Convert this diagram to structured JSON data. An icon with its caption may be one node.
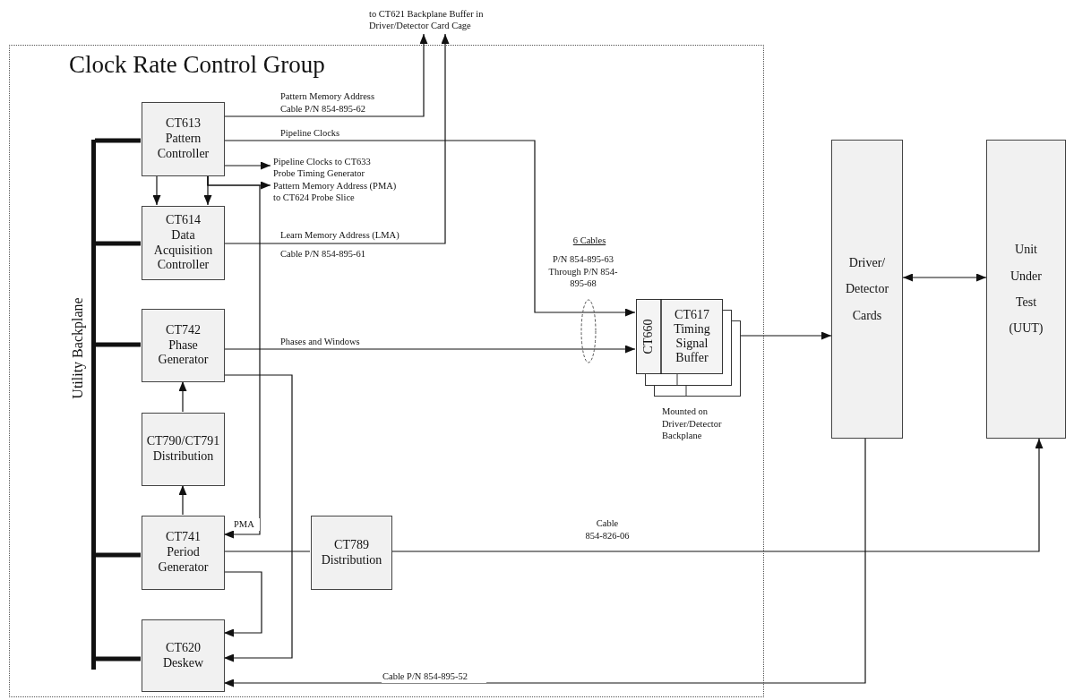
{
  "diagram": {
    "nodes": [
      {
        "text": [
          "Clock Rate Control Group"
        ]
      },
      {
        "text": [
          "CT613 Pattern Controller"
        ],
        "in": 0
      },
      {
        "text": [
          "CT614 Data Acquisition Controller"
        ],
        "in": 0
      },
      {
        "text": [
          "CT742 Phase Generator"
        ],
        "in": 0
      },
      {
        "text": [
          "CT790/CT791 Distribution"
        ],
        "in": 0
      },
      {
        "text": [
          "CT741 Period Generator"
        ],
        "in": 0
      },
      {
        "text": [
          "CT620 Deskew"
        ],
        "in": 0
      },
      {
        "text": [
          "CT789 Distribution"
        ],
        "in": 0
      },
      {
        "text": [
          "CT660",
          "CT617 Timing Signal Buffer"
        ],
        "in": 0,
        "beside": [
          "Mounted on Driver/Detector Backplane"
        ]
      },
      {
        "text": [
          "Driver/ Detector Cards"
        ]
      },
      {
        "text": [
          "Unit Under Test (UUT)"
        ]
      },
      {
        "text": [],
        "shape": "bar",
        "in": 0,
        "beside": [
          "Utility Backplane"
        ]
      },
      {
        "text": [
          "to CT621 Backplane Buffer in Driver/Detector Card Cage"
        ]
      },
      {
        "text": [
          "Pipeline Clocks to CT633 Probe Timing Generator"
        ],
        "in": 0
      },
      {
        "text": [
          "Pattern Memory Address (PMA) to CT624 Probe Slice"
        ],
        "in": 0
      }
    ],
    "edges": [
      {
        "from": 1,
        "to": 12,
        "arrow": "to",
        "label": "Pattern Memory Address Cable P/N 854-895-62"
      },
      {
        "from": 2,
        "to": 12,
        "arrow": "to",
        "label": "Learn Memory Address (LMA)"
      },
      {
        "from": 1,
        "to": 8,
        "arrow": "to",
        "label": "Pipeline Clocks"
      },
      {
        "from": 1,
        "to": 13,
        "arrow": "to"
      },
      {
        "from": 1,
        "to": 2,
        "arrow": "to"
      },
      {
        "from": 1,
        "to": 2,
        "arrow": "to"
      },
      {
        "from": 1,
        "to": 14,
        "arrow": "to"
      },
      {
        "from": 1,
        "to": 5,
        "arrow": "to",
        "label": "PMA"
      },
      {
        "from": 3,
        "to": 8,
        "arrow": "to",
        "label": "Phases and Windows"
      },
      {
        "from": 4,
        "to": 3,
        "arrow": "to"
      },
      {
        "from": 5,
        "to": 4,
        "arrow": "to"
      },
      {
        "from": 3,
        "to": 6,
        "arrow": "to"
      },
      {
        "from": 5,
        "to": 6,
        "arrow": "to"
      },
      {
        "from": 5,
        "to": 7,
        "arrow": "none"
      },
      {
        "from": 7,
        "to": 10,
        "arrow": "to",
        "label": "Cable 854-826-06"
      },
      {
        "from": 9,
        "to": 6,
        "arrow": "to",
        "label": "Cable P/N 854-895-52"
      },
      {
        "from": 8,
        "to": 9,
        "arrow": "to"
      },
      {
        "from": 9,
        "to": 10,
        "arrow": "both"
      },
      {
        "from": 11,
        "to": 1,
        "arrow": "none",
        "style": "thick"
      },
      {
        "from": 11,
        "to": 2,
        "arrow": "none",
        "style": "thick"
      },
      {
        "from": 11,
        "to": 3,
        "arrow": "none",
        "style": "thick"
      },
      {
        "from": 11,
        "to": 5,
        "arrow": "none",
        "style": "thick"
      },
      {
        "from": 11,
        "to": 6,
        "arrow": "none",
        "style": "thick"
      }
    ],
    "labels": [
      "6 Cables",
      "P/N 854-895-63 Through P/N 854-895-68",
      "Cable P/N 854-895-61"
    ]
  }
}
